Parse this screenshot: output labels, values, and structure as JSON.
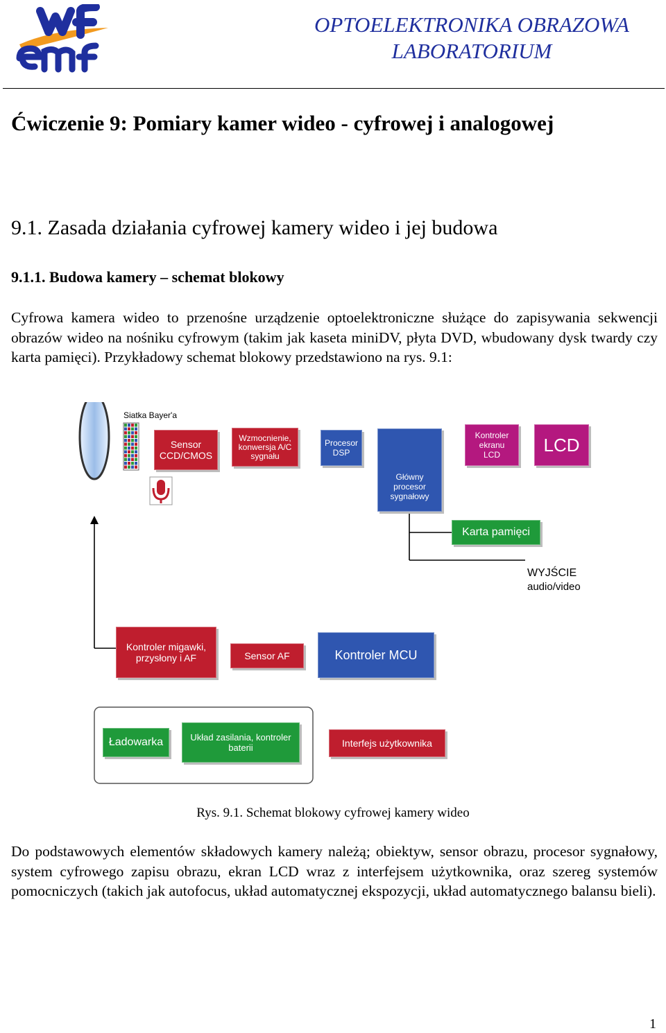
{
  "header": {
    "logo_text_top": "wf",
    "logo_text_bottom": "emf",
    "title_line1": "OPTOELEKTRONIKA OBRAZOWA",
    "title_line2": "LABORATORIUM"
  },
  "document": {
    "exercise_title": "Ćwiczenie 9: Pomiary kamer wideo - cyfrowej i analogowej",
    "section_title": "9.1. Zasada działania cyfrowej kamery wideo i jej budowa",
    "subsection_title": "9.1.1. Budowa kamery – schemat blokowy",
    "paragraph1": "Cyfrowa kamera wideo to przenośne urządzenie optoelektroniczne służące do zapisywania sekwencji obrazów wideo na nośniku cyfrowym (takim jak kaseta miniDV, płyta DVD, wbudowany dysk twardy czy karta pamięci). Przykładowy schemat blokowy przedstawiono na rys. 9.1:",
    "caption": "Rys. 9.1. Schemat blokowy cyfrowej kamery wideo",
    "paragraph2": "Do podstawowych elementów składowych kamery należą; obiektyw, sensor obrazu, procesor sygnałowy, system cyfrowego zapisu obrazu, ekran LCD wraz z interfejsem użytkownika, oraz szereg systemów pomocniczych (takich jak autofocus, układ automatycznej ekspozycji, układ automatycznego balansu bieli).",
    "page_number": "1"
  },
  "diagram": {
    "bayer_label": "Siatka Bayer'a",
    "sensor": "Sensor CCD/CMOS",
    "amplifier": "Wzmocnienie, konwersja A/C sygnału",
    "dsp": "Procesor DSP",
    "main_processor": "Główny procesor sygnałowy",
    "lcd_controller": "Kontroler ekranu LCD",
    "lcd": "LCD",
    "memory_card": "Karta pamięci",
    "output_line1": "WYJŚCIE",
    "output_line2": "audio/video",
    "shutter_controller": "Kontroler migawki, przysłony i AF",
    "af_sensor": "Sensor AF",
    "mcu": "Kontroler MCU",
    "charger": "Ładowarka",
    "power_unit": "Układ zasilania, kontroler baterii",
    "user_interface": "Interfejs użytkownika"
  },
  "colors": {
    "header_blue": "#1f2f9e",
    "logo_orange": "#f29a1f",
    "block_red": "#bf1e2e",
    "block_blue": "#2f56b0",
    "block_green": "#1f9a3a",
    "block_magenta": "#b4187f"
  }
}
